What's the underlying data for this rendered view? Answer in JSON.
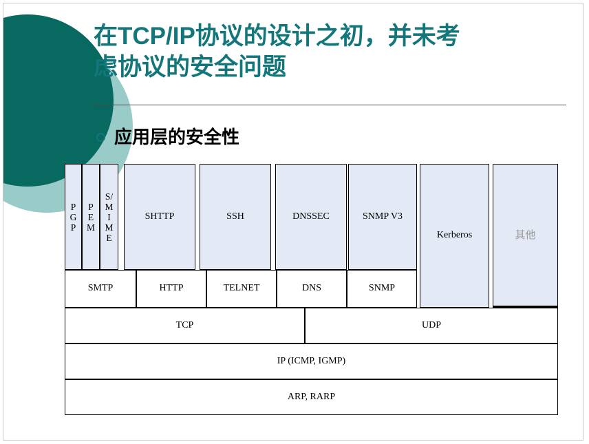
{
  "slide": {
    "title_line1": "在TCP/IP协议的设计之初，并未考",
    "title_line2": "虑协议的安全问题",
    "bullet_text": "应用层的安全性",
    "bullet_marker": "hollow-circle",
    "colors": {
      "title_teal": "#13767a",
      "circle_dark": "#07695f",
      "circle_light": "#99cbc8",
      "cell_fill": "#e4eaf5",
      "muted_text": "#9a9a9a",
      "border": "#000000",
      "frame": "#c8c8c8"
    }
  },
  "diagram": {
    "security_row": [
      {
        "label": "P\nG\nP",
        "style": "vertical"
      },
      {
        "label": "P\nE\nM",
        "style": "vertical"
      },
      {
        "label": "S/\nM\nI\nM\nE",
        "style": "vertical"
      },
      {
        "label": "SHTTP",
        "style": "horizontal"
      },
      {
        "label": "SSH",
        "style": "horizontal"
      },
      {
        "label": "DNSSEC",
        "style": "horizontal"
      },
      {
        "label": "SNMP V3",
        "style": "horizontal"
      }
    ],
    "tall_cells": [
      {
        "label": "Kerberos",
        "style": "horizontal"
      },
      {
        "label": "其他",
        "style": "muted"
      }
    ],
    "application_row": [
      "SMTP",
      "HTTP",
      "TELNET",
      "DNS",
      "SNMP"
    ],
    "transport_row": [
      "TCP",
      "UDP"
    ],
    "network_row": [
      "IP (ICMP, IGMP)"
    ],
    "link_row": [
      "ARP, RARP"
    ]
  }
}
